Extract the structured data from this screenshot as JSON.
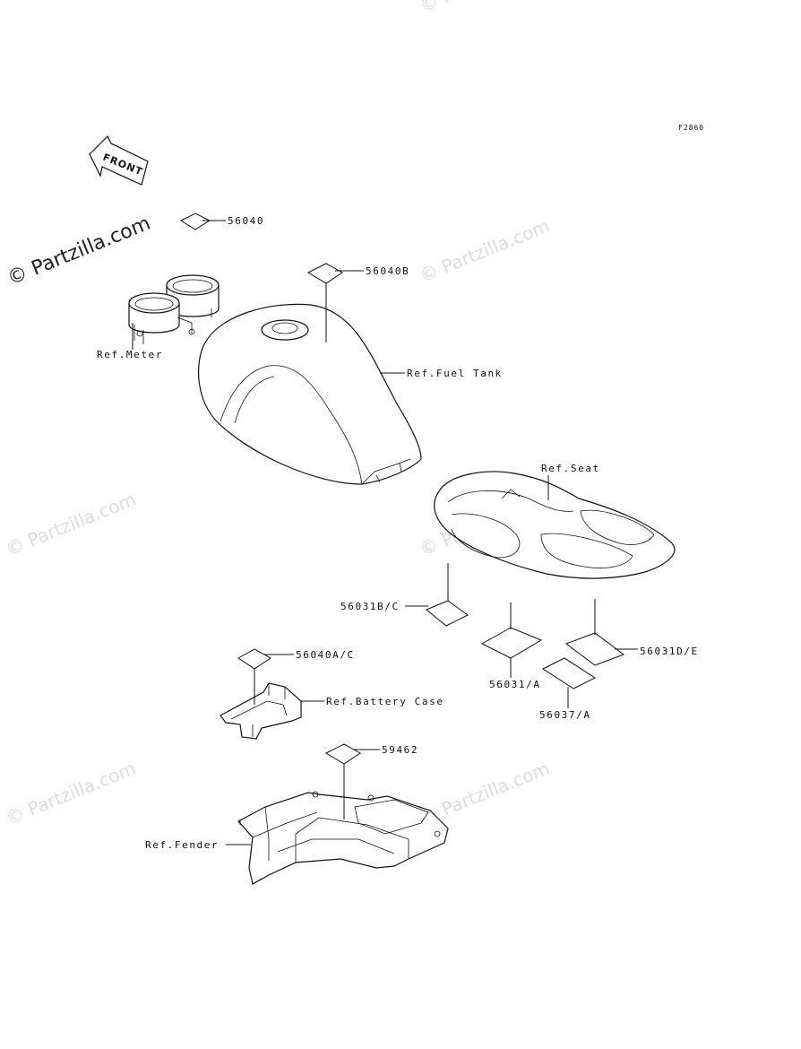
{
  "figure_code": "F2860",
  "front_arrow_text": "FRONT",
  "watermark_text": "© Partzilla.com",
  "parts": {
    "p56040": "56040",
    "p56040b": "56040B",
    "p56031bc": "56031B/C",
    "p56031a": "56031/A",
    "p56031de": "56031D/E",
    "p56037a": "56037/A",
    "p56040ac": "56040A/C",
    "p59462": "59462"
  },
  "refs": {
    "meter": "Ref.Meter",
    "fuel_tank": "Ref.Fuel Tank",
    "seat": "Ref.Seat",
    "battery_case": "Ref.Battery Case",
    "fender": "Ref.Fender"
  }
}
